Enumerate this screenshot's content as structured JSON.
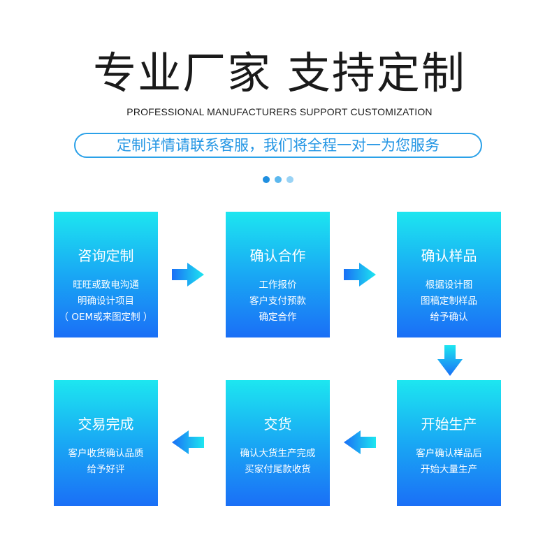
{
  "header": {
    "title": "专业厂家 支持定制",
    "subtitle": "PROFESSIONAL MANUFACTURERS SUPPORT CUSTOMIZATION",
    "banner": "定制详情请联系客服，我们将全程一对一为您服务"
  },
  "colors": {
    "accent": "#2496e4",
    "dot_colors": [
      "#1f8fe0",
      "#5cb8ee",
      "#9ad3f5"
    ],
    "box_gradient_top": "#1de6f0",
    "box_gradient_bottom": "#1a6ff6"
  },
  "steps": [
    {
      "title": "咨询定制",
      "lines": [
        "旺旺或致电沟通",
        "明确设计项目",
        "（ OEM或来图定制 ）"
      ]
    },
    {
      "title": "确认合作",
      "lines": [
        "工作报价",
        "客户支付预款",
        "确定合作"
      ]
    },
    {
      "title": "确认样品",
      "lines": [
        "根据设计图",
        "图稿定制样品",
        "给予确认"
      ]
    },
    {
      "title": "开始生产",
      "lines": [
        "客户确认样品后",
        "开始大量生产"
      ]
    },
    {
      "title": "交货",
      "lines": [
        "确认大货生产完成",
        "买家付尾款收货"
      ]
    },
    {
      "title": "交易完成",
      "lines": [
        "客户收货确认品质",
        "给予好评"
      ]
    }
  ],
  "arrows": [
    {
      "from": 1,
      "to": 2,
      "direction": "right",
      "icon": "arrow-right-icon"
    },
    {
      "from": 2,
      "to": 3,
      "direction": "right",
      "icon": "arrow-right-icon"
    },
    {
      "from": 3,
      "to": 4,
      "direction": "down",
      "icon": "arrow-down-icon"
    },
    {
      "from": 4,
      "to": 5,
      "direction": "left",
      "icon": "arrow-left-icon"
    },
    {
      "from": 5,
      "to": 6,
      "direction": "left",
      "icon": "arrow-left-icon"
    }
  ]
}
